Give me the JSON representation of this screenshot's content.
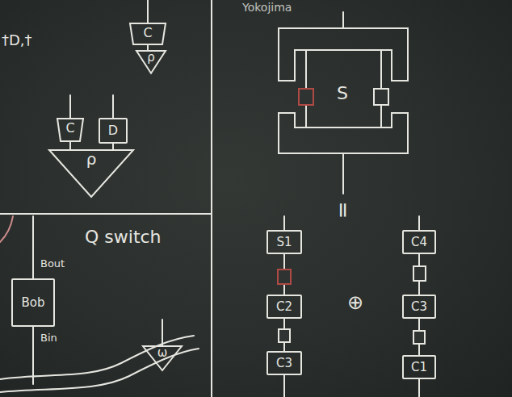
{
  "diagram": {
    "nodes": [
      {
        "text": [
          "C"
        ]
      },
      {
        "text": [
          "ρ"
        ]
      },
      {
        "text": [
          "C"
        ]
      },
      {
        "text": [
          "D"
        ]
      },
      {
        "text": [
          "ρ"
        ]
      },
      {
        "text": [
          "Bob"
        ]
      },
      {
        "text": [
          "ω"
        ]
      },
      {
        "text": [
          "S1"
        ]
      },
      {
        "text": [
          "C2"
        ]
      },
      {
        "text": [
          "C3"
        ]
      },
      {
        "text": [
          "C4"
        ]
      },
      {
        "text": [
          "C3"
        ]
      },
      {
        "text": [
          "C1"
        ]
      }
    ],
    "edges": [
      {
        "from": 0,
        "to": 1,
        "arrow": "none"
      },
      {
        "from": 2,
        "to": 4,
        "arrow": "none"
      },
      {
        "from": 3,
        "to": 4,
        "arrow": "none"
      },
      {
        "from": 7,
        "to": 8,
        "arrow": "none"
      },
      {
        "from": 8,
        "to": 9,
        "arrow": "none"
      },
      {
        "from": 10,
        "to": 11,
        "arrow": "none"
      },
      {
        "from": 11,
        "to": 12,
        "arrow": "none"
      }
    ],
    "labels": [
      "†D,†",
      "Yokojima",
      "S",
      "=",
      "Q switch",
      "Bout",
      "Bin",
      "⊕"
    ]
  }
}
